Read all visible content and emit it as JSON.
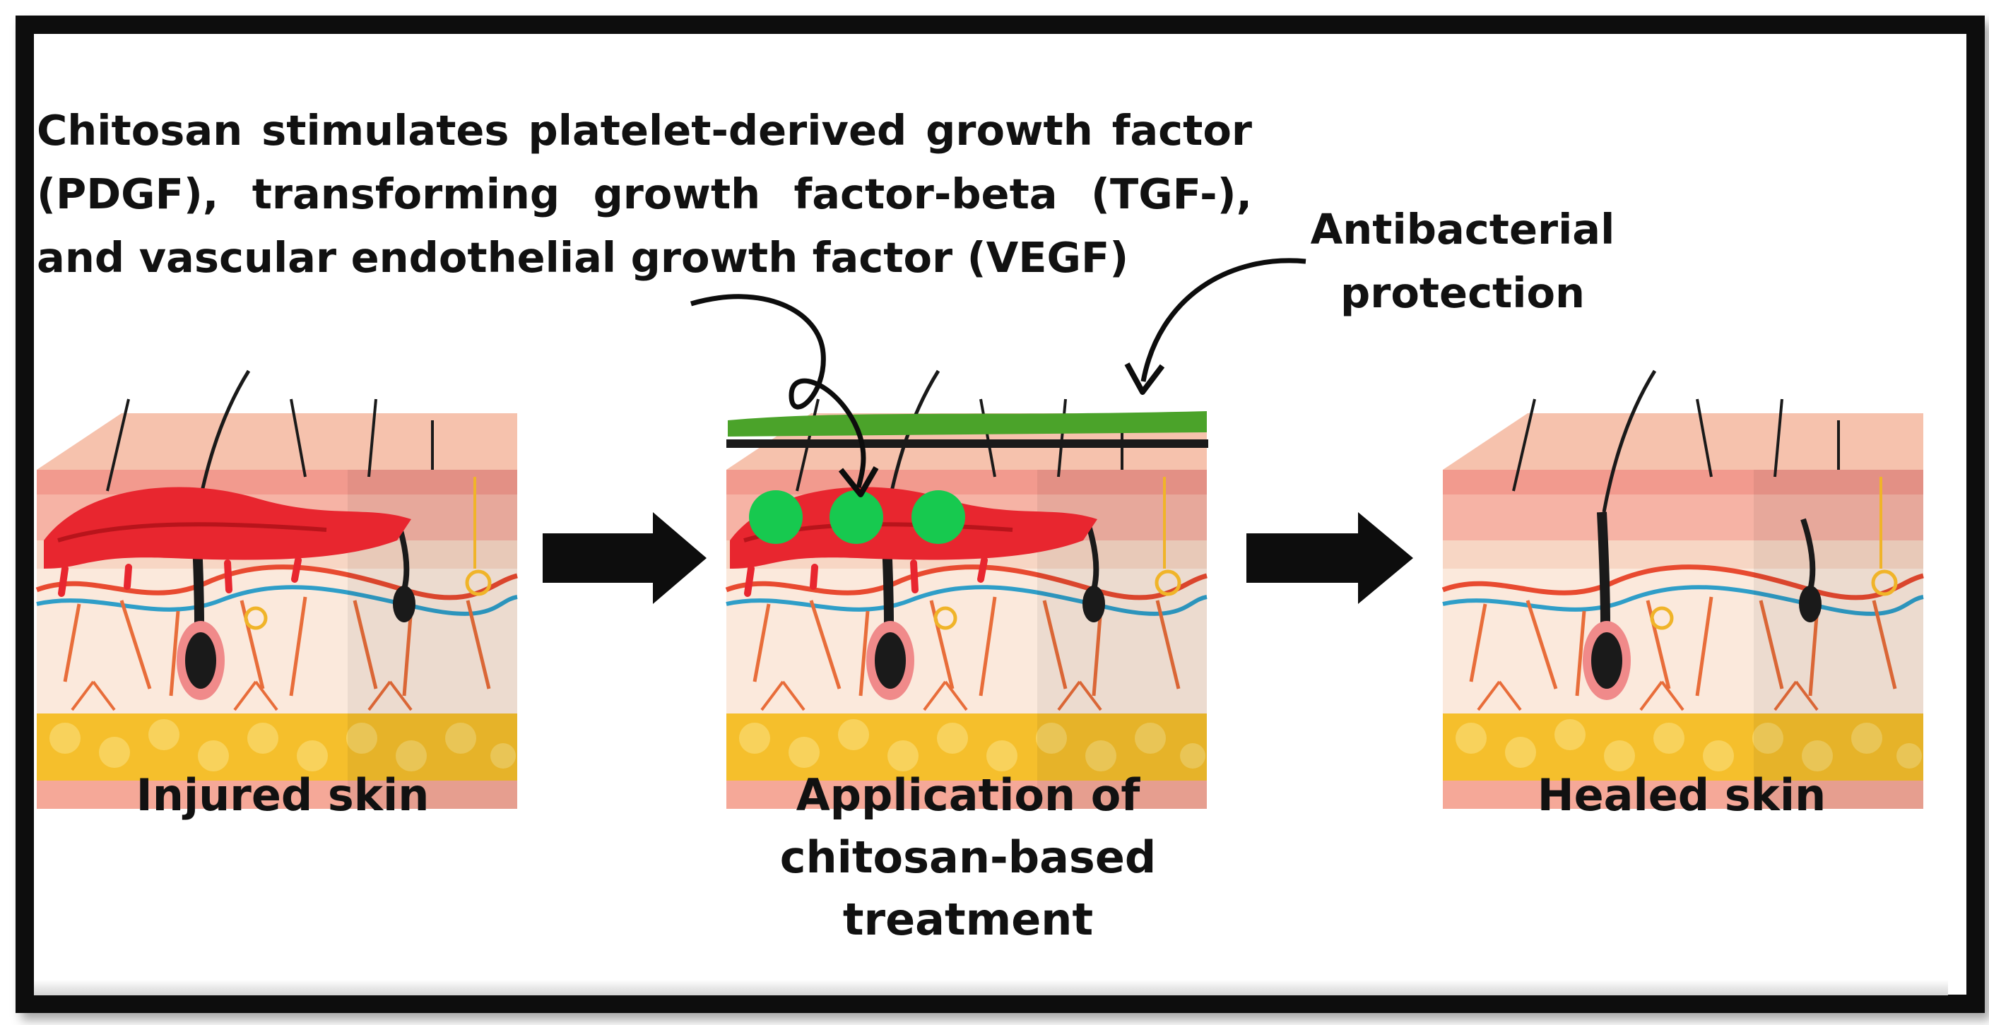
{
  "caption_top": "Chitosan stimulates platelet-derived growth factor (PDGF), transforming growth factor-beta (TGF-), and vascular endothelial growth factor (VEGF)",
  "caption_antibacterial": "Antibacterial protection",
  "stages": {
    "injured": "Injured skin",
    "application": "Application of chitosan-based treatment",
    "healed": "Healed skin"
  },
  "colors": {
    "frame": "#0d0d0d",
    "wound": "#e8262f",
    "chitosan_dots": "#17c94f",
    "antibacterial_film": "#4ba32a",
    "fat_layer": "#f5bf2c",
    "skin_top": "#f6c2ad"
  }
}
